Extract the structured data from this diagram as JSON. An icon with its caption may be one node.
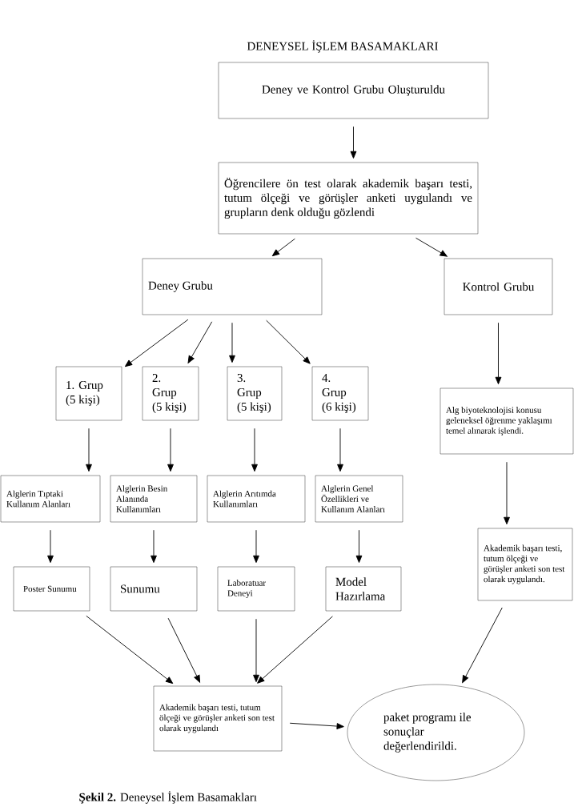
{
  "diagram": {
    "title": "DENEYSEL İŞLEM  BASAMAKLARI",
    "caption": "**Şekil 2.** Deneysel İşlem Basamakları",
    "nodes": [
      {
        "text": [
          "Deney ve Kontrol Grubu Oluşturuldu"
        ]
      },
      {
        "text": [
          "Öğrencilere ön test olarak akademik başarı testi, tutum ölçeği ve görüşler anketi uygulandı ve grupların denk olduğu gözlendi"
        ]
      },
      {
        "text": [
          "Deney Grubu"
        ]
      },
      {
        "text": [
          "Kontrol Grubu"
        ]
      },
      {
        "text": [
          "1. Grup (5 kişi)"
        ]
      },
      {
        "text": [
          "2. Grup (5 kişi)"
        ]
      },
      {
        "text": [
          "3. Grup (5 kişi)"
        ]
      },
      {
        "text": [
          "4. Grup (6 kişi)"
        ]
      },
      {
        "text": [
          "Alg biyoteknolojisi konusu geleneksel öğrenme yaklaşımı temel alınarak işlendi."
        ]
      },
      {
        "text": [
          "Alglerin Tıptaki Kullanım Alanları"
        ]
      },
      {
        "text": [
          "Alglerin Besin Alanında Kullanımları"
        ]
      },
      {
        "text": [
          "Alglerin Arıtımda Kullanımları"
        ]
      },
      {
        "text": [
          "Alglerin Genel Özellikleri ve Kullanım Alanları"
        ]
      },
      {
        "text": [
          "Akademik başarı testi, tutum ölçeği ve görüşler anketi son test olarak uygulandı."
        ]
      },
      {
        "text": [
          "Poster Sunumu"
        ]
      },
      {
        "text": [
          "Sunumu"
        ]
      },
      {
        "text": [
          "Laboratuar Deneyi"
        ]
      },
      {
        "text": [
          "Model Hazırlama"
        ]
      },
      {
        "text": [
          "Akademik başarı testi, tutum ölçeği ve görüşler anketi son test olarak uygulandı"
        ]
      },
      {
        "text": [
          "paket programı ile sonuçlar değerlendirildi."
        ]
      }
    ],
    "edges": [
      {
        "from": 0,
        "to": 1,
        "arrow": "to"
      },
      {
        "from": 1,
        "to": 2,
        "arrow": "to"
      },
      {
        "from": 1,
        "to": 3,
        "arrow": "to"
      },
      {
        "from": 2,
        "to": 4,
        "arrow": "to"
      },
      {
        "from": 2,
        "to": 5,
        "arrow": "to"
      },
      {
        "from": 2,
        "to": 6,
        "arrow": "to"
      },
      {
        "from": 2,
        "to": 7,
        "arrow": "to"
      },
      {
        "from": 3,
        "to": 8,
        "arrow": "to"
      },
      {
        "from": 4,
        "to": 9,
        "arrow": "to"
      },
      {
        "from": 5,
        "to": 10,
        "arrow": "to"
      },
      {
        "from": 6,
        "to": 11,
        "arrow": "to"
      },
      {
        "from": 7,
        "to": 12,
        "arrow": "to"
      },
      {
        "from": 8,
        "to": 13,
        "arrow": "to"
      },
      {
        "from": 9,
        "to": 14,
        "arrow": "to"
      },
      {
        "from": 10,
        "to": 15,
        "arrow": "to"
      },
      {
        "from": 11,
        "to": 16,
        "arrow": "to"
      },
      {
        "from": 12,
        "to": 17,
        "arrow": "to"
      },
      {
        "from": 13,
        "to": 19,
        "arrow": "to"
      },
      {
        "from": 14,
        "to": 18,
        "arrow": "to"
      },
      {
        "from": 15,
        "to": 18,
        "arrow": "to"
      },
      {
        "from": 16,
        "to": 18,
        "arrow": "to"
      },
      {
        "from": 17,
        "to": 18,
        "arrow": "to"
      },
      {
        "from": 18,
        "to": 19,
        "arrow": "to"
      }
    ]
  }
}
